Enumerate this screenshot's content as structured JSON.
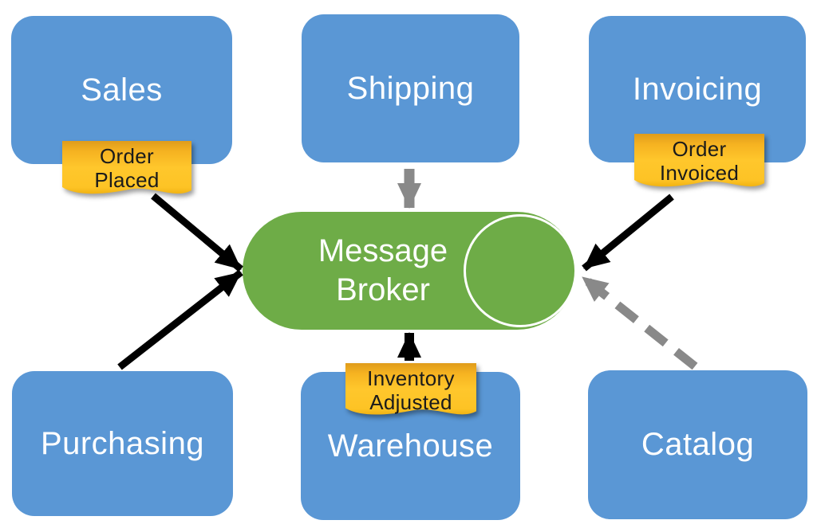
{
  "diagram": {
    "type": "message-broker-integration-diagram",
    "colors": {
      "bg": "#ffffff",
      "node_blue": "#5A97D5",
      "broker_green": "#6EAC47",
      "note_gold": "#FFC72C",
      "arrow_black": "#000000",
      "arrow_gray": "#898989",
      "node_text": "#ffffff",
      "note_text": "#1b1b1b"
    },
    "nodes": [
      {
        "id": "sales",
        "label": "Sales"
      },
      {
        "id": "shipping",
        "label": "Shipping"
      },
      {
        "id": "invoicing",
        "label": "Invoicing"
      },
      {
        "id": "purchasing",
        "label": "Purchasing"
      },
      {
        "id": "warehouse",
        "label": "Warehouse"
      },
      {
        "id": "catalog",
        "label": "Catalog"
      }
    ],
    "broker": {
      "label": "Message Broker",
      "lines": [
        "Message",
        "Broker"
      ]
    },
    "notes": [
      {
        "id": "order-placed",
        "label": "Order Placed",
        "lines": [
          "Order",
          "Placed"
        ]
      },
      {
        "id": "order-invoiced",
        "label": "Order Invoiced",
        "lines": [
          "Order",
          "Invoiced"
        ]
      },
      {
        "id": "inventory-adjusted",
        "label": "Inventory Adjusted",
        "lines": [
          "Inventory",
          "Adjusted"
        ]
      }
    ],
    "edges": [
      {
        "from": "sales",
        "to": "broker",
        "style": "solid-black",
        "note": "Order Placed"
      },
      {
        "from": "purchasing",
        "to": "broker",
        "style": "solid-black",
        "note": ""
      },
      {
        "from": "invoicing",
        "to": "broker",
        "style": "solid-black",
        "note": "Order Invoiced"
      },
      {
        "from": "warehouse",
        "to": "broker",
        "style": "solid-black",
        "note": "Inventory Adjusted"
      },
      {
        "from": "shipping",
        "to": "broker",
        "style": "solid-gray",
        "note": ""
      },
      {
        "from": "catalog",
        "to": "broker",
        "style": "dashed-gray",
        "note": ""
      }
    ]
  }
}
